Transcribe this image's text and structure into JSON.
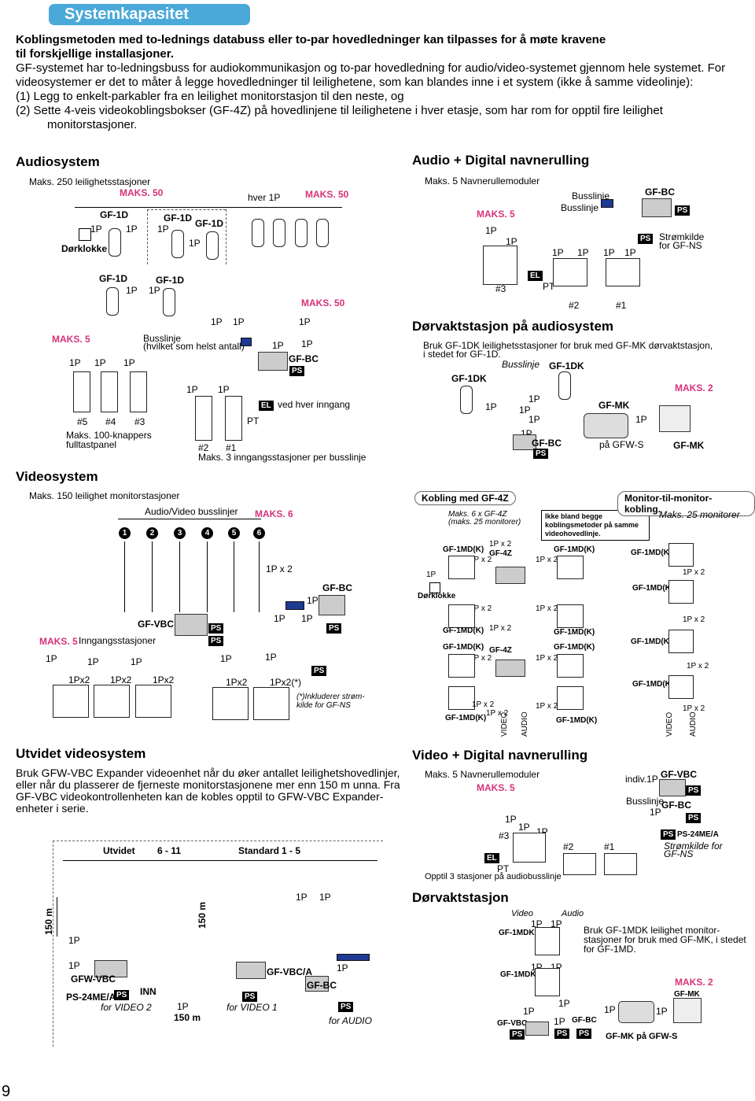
{
  "banner": "Systemkapasitet",
  "intro": {
    "bold1": "Koblingsmetoden med to-lednings databuss eller to-par hovedledninger kan tilpasses for å møte kravene",
    "bold2": "til forskjellige installasjoner.",
    "p1": "GF-systemet har to-ledningsbuss for audiokommunikasjon og to-par hovedledning for audio/video-systemet gjennom hele systemet. For videosystemer er det to måter å legge hovedledninger til leilighetene, som kan blandes inne i et system (ikke å samme videolinje):",
    "i1": "(1) Legg to enkelt-parkabler fra en leilighet monitorstasjon til den neste, og",
    "i2": "(2) Sette 4-veis videokoblingsbokser (GF-4Z) på hovedlinjene til leilighetene i hver etasje, som har rom for opptil fire leilighet monitorstasjoner."
  },
  "audio": {
    "title": "Audiosystem",
    "max250": "Maks. 250 leilighetsstasjoner",
    "maks50a": "MAKS. 50",
    "hver1p": "hver 1P",
    "maks50b": "MAKS. 50",
    "gf1d": "GF-1D",
    "onep": "1P",
    "dorklokke": "Dørklokke",
    "maks50c": "MAKS. 50",
    "maks5": "MAKS. 5",
    "busslinje": "Busslinje",
    "hvilket": "(hvilket som helst antall)",
    "gfbc": "GF-BC",
    "ps": "PS",
    "el": "EL",
    "ved": "ved hver inngang",
    "pt": "PT",
    "n5": "#5",
    "n4": "#4",
    "n3": "#3",
    "n2": "#2",
    "n1": "#1",
    "maks100": "Maks. 100-knappers",
    "fulltast": "fulltastpanel",
    "maks3": "Maks. 3 inngangsstasjoner per busslinje"
  },
  "audioDigital": {
    "title": "Audio + Digital navnerulling",
    "maks5nav": "Maks. 5 Navnerullemoduler",
    "busslinje": "Busslinje",
    "gfbc": "GF-BC",
    "ps": "PS",
    "maks5": "MAKS. 5",
    "strom": "Strømkilde",
    "forgfns": "for GF-NS",
    "el": "EL",
    "pt": "PT",
    "n3": "#3",
    "n2": "#2",
    "n1": "#1"
  },
  "dorvakt": {
    "title": "Dørvaktstasjon på audiosystem",
    "text1": "Bruk GF-1DK leilighetsstasjoner for bruk med GF-MK dørvaktstasjon,",
    "text2": "i stedet for GF-1D.",
    "busslinje": "Busslinje",
    "gf1dk": "GF-1DK",
    "maks2": "MAKS. 2",
    "gfmk": "GF-MK",
    "pagfws": "på GFW-S",
    "gfbc": "GF-BC",
    "ps": "PS"
  },
  "video": {
    "title": "Videosystem",
    "max150": "Maks. 150 leilighet monitorstasjoner",
    "avbus": "Audio/Video busslinjer",
    "maks6": "MAKS. 6",
    "nums": [
      "1",
      "2",
      "3",
      "4",
      "5",
      "6"
    ],
    "onepx2": "1P x 2",
    "gfbc": "GF-BC",
    "gfvbc": "GF-VBC",
    "ps": "PS",
    "maks5": "MAKS. 5",
    "inng": "Inngangsstasjoner",
    "onepx2b": "1Px2",
    "onepx2star": "1Px2(*)",
    "inkl1": "(*)Inkluderer strøm-",
    "inkl2": "kilde for GF-NS"
  },
  "gf4z": {
    "title": "Kobling med GF-4Z",
    "m6": "Maks. 6 x GF-4Z",
    "m25": "(maks. 25 monitorer)",
    "note1": "Ikke bland begge",
    "note2": "koblingsmetoder på samme",
    "note3": "videohovedlinje.",
    "gf1mdk": "GF-1MD(K)",
    "gf4z": "GF-4Z",
    "dorklokke": "Dørklokke",
    "video": "VIDEO",
    "audio": "AUDIO"
  },
  "m2m": {
    "title": "Monitor-til-monitor-kobling.",
    "m25": "Maks. 25 monitorer",
    "gf1mdk": "GF-1MD(K)",
    "onepx2": "1P x 2",
    "video": "VIDEO",
    "audio": "AUDIO"
  },
  "utvidet": {
    "title": "Utvidet videosystem",
    "text": "Bruk GFW-VBC Expander videoenhet når du øker antallet leilighetshovedlinjer, eller når du plasserer de fjerneste monitorstasjonene mer enn 150 m unna. Fra GF-VBC videokontrollenheten kan de kobles opptil to GFW-VBC Expander-enheter i serie.",
    "utvidet": "Utvidet",
    "range1": "6 - 11",
    "standard": "Standard",
    "range2": "1 - 5",
    "m150": "150 m",
    "gfwvbc": "GFW-VBC",
    "inn": "INN",
    "ps24": "PS-24ME/A",
    "forvideo2": "for VIDEO 2",
    "forvideo1": "for VIDEO 1",
    "gfvbca": "GF-VBC/A",
    "gfbc": "GF-BC",
    "foraudio": "for AUDIO"
  },
  "videoDigital": {
    "title": "Video + Digital navnerulling",
    "maks5nav": "Maks. 5 Navnerullemoduler",
    "maks5": "MAKS. 5",
    "indiv": "indiv.1P",
    "gfvbc": "GF-VBC",
    "busslinje": "Busslinje",
    "gfbc": "GF-BC",
    "ps24": "PS-24ME/A",
    "strom": "Strømkilde for",
    "forgfns": "GF-NS",
    "opptil": "Opptil 3 stasjoner på audiobusslinje",
    "n3": "#3",
    "n2": "#2",
    "n1": "#1"
  },
  "dorvakt2": {
    "title": "Dørvaktstasjon",
    "video": "Video",
    "audio": "Audio",
    "gf1mdk": "GF-1MDK",
    "text1": "Bruk GF-1MDK leilighet monitor-",
    "text2": "stasjoner for bruk med GF-MK, i stedet",
    "text3": "for GF-1MD.",
    "maks2": "MAKS. 2",
    "gfmk": "GF-MK",
    "gfvbc": "GF-VBC",
    "gfbc": "GF-BC",
    "gfmkpa": "GF-MK på GFW-S"
  },
  "page": "9"
}
